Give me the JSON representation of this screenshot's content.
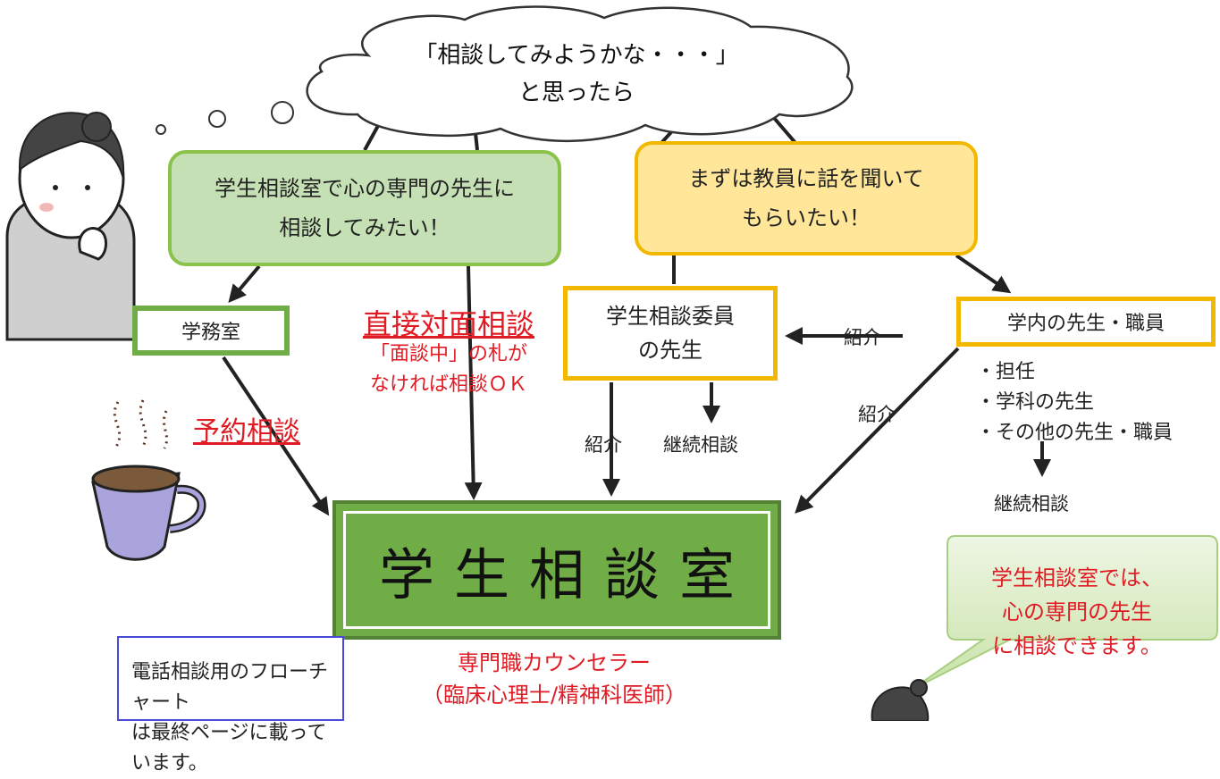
{
  "cloud": {
    "line1": "「相談してみようかな・・・」",
    "line2": "と思ったら"
  },
  "green_box": {
    "line1": "学生相談室で心の専門の先生に",
    "line2": "相談してみたい！"
  },
  "yellow_box": {
    "line1": "まずは教員に話を聞いて",
    "line2": "もらいたい！"
  },
  "gakumu": "学務室",
  "direct": {
    "title": "直接対面相談",
    "note1": "「面談中」の札が",
    "note2": "なければ相談ＯＫ"
  },
  "yoyaku": "予約相談",
  "iin": {
    "line1": "学生相談委員",
    "line2": "の先生"
  },
  "staff_box": "学内の先生・職員",
  "staff_list": [
    "・担任",
    "・学科の先生",
    "・その他の先生・職員"
  ],
  "labels": {
    "shokai_top": "紹介",
    "shokai_right": "紹介",
    "shokai_under": "紹介",
    "keizoku_mid": "継続相談",
    "keizoku_right": "継続相談"
  },
  "main_title": "学生相談室",
  "counselor": {
    "line1": "専門職カウンセラー",
    "line2": "（臨床心理士/精神科医師）"
  },
  "phone_note": {
    "line1": "電話相談用のフローチャート",
    "line2": "は最終ページに載っています。"
  },
  "bubble": {
    "line1": "学生相談室では、",
    "line2": "心の専門の先生",
    "line3": "に相談できます。"
  },
  "colors": {
    "green_fill": "#c5e0b4",
    "green_border": "#8bc34a",
    "yellow_fill": "#ffe699",
    "yellow_border": "#f2b800",
    "main_green": "#70ad47",
    "accent_red": "#e01b24"
  }
}
